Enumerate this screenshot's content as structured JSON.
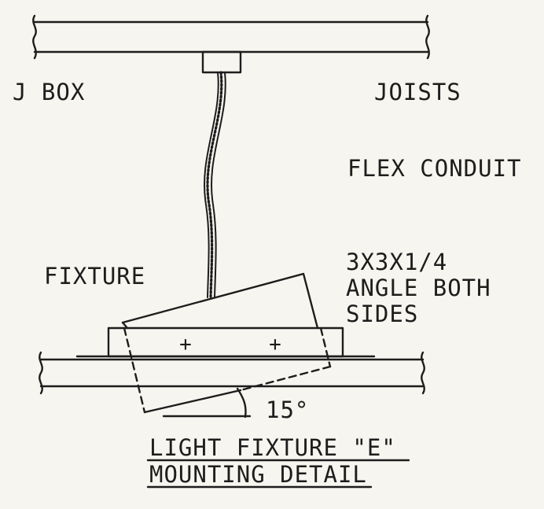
{
  "diagram": {
    "labels": {
      "j_box": "J BOX",
      "joists": "JOISTS",
      "flex_conduit": "FLEX CONDUIT",
      "fixture": "FIXTURE",
      "angle": [
        "3X3X1/4",
        "ANGLE BOTH",
        "SIDES"
      ],
      "angle_degrees": "15°",
      "plus_mark": "+"
    },
    "title": {
      "line1": "LIGHT FIXTURE \"E\"",
      "line2": "MOUNTING DETAIL"
    },
    "colors": {
      "ink": "#1d1d1d",
      "paper": "#f7f5ef"
    }
  }
}
